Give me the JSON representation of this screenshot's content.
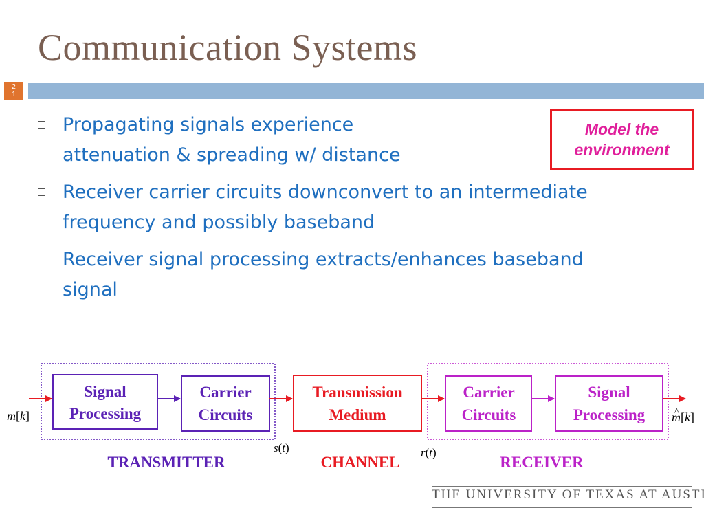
{
  "slide": {
    "title": "Communication Systems",
    "number_line1": "2",
    "number_line2": "1"
  },
  "bullets": [
    {
      "line1": "Propagating signals experience",
      "line2": "attenuation & spreading w/ distance"
    },
    {
      "line1": "Receiver carrier circuits downconvert to an intermediate",
      "line2": "frequency and possibly baseband"
    },
    {
      "line1": "Receiver signal processing extracts/enhances baseband",
      "line2": "signal"
    }
  ],
  "callout": {
    "line1": "Model the",
    "line2": "environment"
  },
  "diagram": {
    "input_label": {
      "base": "m",
      "index": "k"
    },
    "output_label": {
      "base": "m",
      "hat": "^",
      "index": "k"
    },
    "signal_tx": {
      "name": "s",
      "arg": "t"
    },
    "signal_rx": {
      "name": "r",
      "arg": "t"
    },
    "tx_signal_processing": {
      "line1": "Signal",
      "line2": "Processing"
    },
    "tx_carrier": {
      "line1": "Carrier",
      "line2": "Circuits"
    },
    "medium": {
      "line1": "Transmission",
      "line2": "Medium"
    },
    "rx_carrier": {
      "line1": "Carrier",
      "line2": "Circuits"
    },
    "rx_signal_processing": {
      "line1": "Signal",
      "line2": "Processing"
    },
    "transmitter_label": "TRANSMITTER",
    "channel_label": "CHANNEL",
    "receiver_label": "RECEIVER"
  },
  "logo": {
    "text": "THE UNIVERSITY OF TEXAS AT AUSTIN"
  },
  "colors": {
    "title": "#7a5f52",
    "bullet_text": "#1f6fbf",
    "accent_bar": "#93b5d6",
    "slide_number_bg": "#e0742e",
    "transmitter": "#5b22b5",
    "channel": "#e81b23",
    "receiver": "#bb22c8",
    "callout_text": "#e01f9b"
  }
}
